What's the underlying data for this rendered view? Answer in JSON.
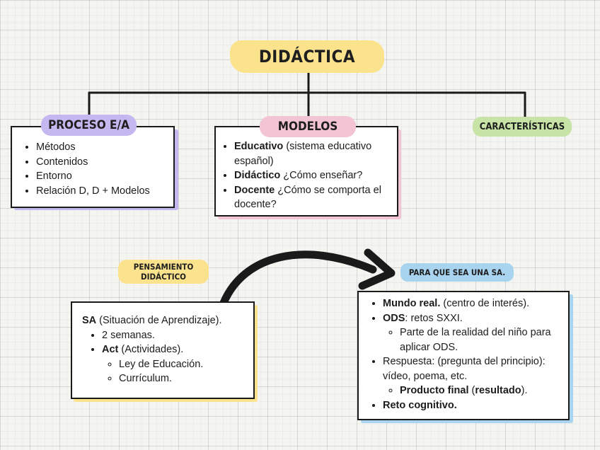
{
  "colors": {
    "yellow": "#fbe38e",
    "purple": "#c5b8f0",
    "pink": "#f3c4d4",
    "green": "#c7e3a6",
    "blue": "#a8d4f0",
    "line": "#1a1a1a"
  },
  "title": "DIDÁCTICA",
  "proceso": {
    "label": "PROCESO E/A",
    "items": [
      "Métodos",
      "Contenidos",
      "Entorno",
      "Relación D, D + Modelos"
    ]
  },
  "modelos": {
    "label": "MODELOS",
    "items": [
      {
        "bold": "Educativo",
        "text": " (sistema educativo español)"
      },
      {
        "bold": "Didáctico",
        "text": " ¿Cómo enseñar?"
      },
      {
        "bold": "Docente",
        "text": " ¿Cómo se comporta el docente?"
      }
    ]
  },
  "caracteristicas": {
    "label": "CARACTERÍSTICAS"
  },
  "pensamiento": {
    "label_line1": "PENSAMIENTO",
    "label_line2": "DIDÁCTICO",
    "sa_bold": "SA",
    "sa_text": " (Situación de Aprendizaje).",
    "weeks": "2 semanas.",
    "act_bold": "Act",
    "act_text": " (Actividades).",
    "sub_items": [
      "Ley de Educación.",
      "Currículum."
    ]
  },
  "para_que": {
    "label": "PARA QUE SEA UNA SA.",
    "mundo_bold": "Mundo real.",
    "mundo_text": " (centro de interés).",
    "ods_bold": "ODS",
    "ods_text": ": retos SXXI.",
    "ods_sub": "Parte de la realidad del niño para aplicar ODS.",
    "respuesta": "Respuesta: (pregunta del principio): vídeo, poema, etc.",
    "producto_bold": "Producto final",
    "producto_mid": " (",
    "producto_bold2": "resultado",
    "producto_end": ").",
    "reto": "Reto cognitivo."
  }
}
